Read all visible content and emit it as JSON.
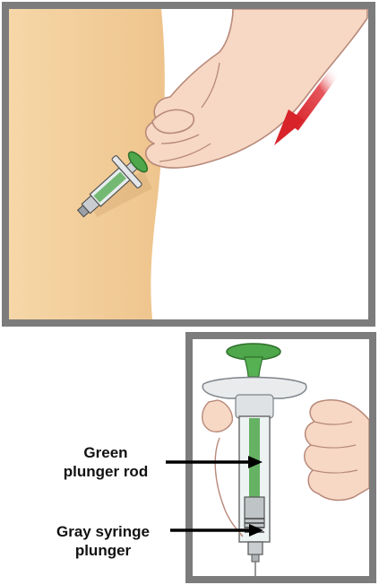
{
  "labels": {
    "green_plunger_rod": {
      "line1": "Green",
      "line2": "plunger rod"
    },
    "gray_syringe_plunger": {
      "line1": "Gray syringe",
      "line2": "plunger"
    }
  },
  "colors": {
    "frame": "#7c7c7c",
    "skin": "#f3cf9f",
    "hand": "#f5d4be",
    "hand_outline": "#b88a72",
    "plunger_green": "#4ea74a",
    "direction_arrow": "#d8232a",
    "label_text": "#111111"
  },
  "icons": {
    "direction_arrow": "red-arrow-icon",
    "pointer_arrows": "black-arrow-icon"
  }
}
